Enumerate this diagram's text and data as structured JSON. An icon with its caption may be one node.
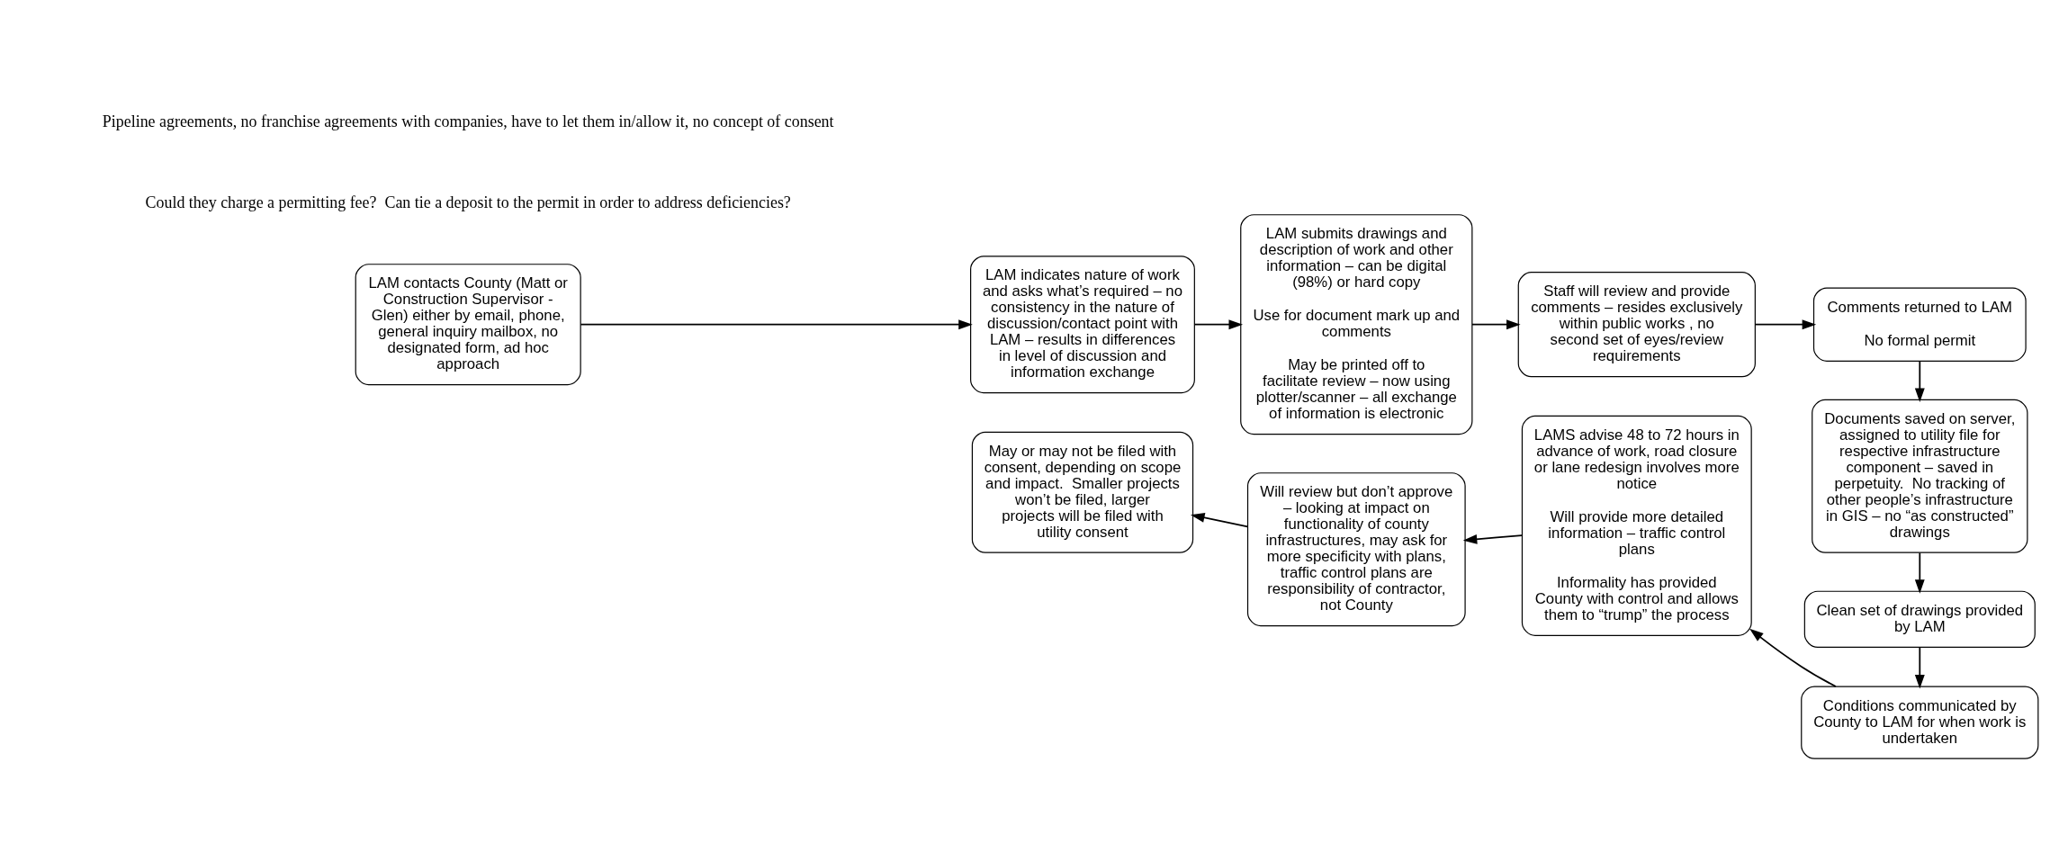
{
  "diagram": {
    "nodes": [
      {
        "text": [
          "LAM contacts County (Matt or Construction Supervisor - Glen) either by email, phone, general inquiry mailbox, no designated form, ad hoc approach"
        ]
      },
      {
        "text": [
          "LAM indicates nature of work and asks what’s required – no consistency in the nature of discussion/contact point with LAM – results in differences in level of discussion and information exchange"
        ]
      },
      {
        "text": [
          "LAM submits drawings and description of work and other information – can be digital (98%) or hard copy",
          "Use for document mark up and comments",
          "May be printed off to facilitate review – now using plotter/scanner – all exchange of information is electronic"
        ]
      },
      {
        "text": [
          "Staff will review and provide comments – resides exclusively within public works , no second set of eyes/review requirements"
        ]
      },
      {
        "text": [
          "Comments returned to LAM",
          "No formal permit"
        ]
      },
      {
        "text": [
          "Documents saved on server, assigned to utility file for respective infrastructure component – saved in perpetuity.  No tracking of other people’s infrastructure in GIS – no “as constructed” drawings"
        ]
      },
      {
        "text": [
          "Clean set of drawings provided by LAM"
        ]
      },
      {
        "text": [
          "Conditions communicated by County to LAM for when work is undertaken"
        ]
      },
      {
        "text": [
          "LAMS advise 48 to 72 hours in advance of work, road closure or lane redesign involves more notice",
          "Will provide more detailed information – traffic control plans",
          "Informality has provided County with control and allows them to “trump” the process"
        ]
      },
      {
        "text": [
          "Will review but don’t approve – looking at impact on functionality of county infrastructures, may ask for more specificity with plans, traffic control plans are responsibility of contractor, not County"
        ]
      },
      {
        "text": [
          "May or may not be filed with consent, depending on scope and impact.  Smaller projects won’t be filed, larger projects will be filed with utility consent"
        ]
      }
    ],
    "edges": [
      {
        "from": 0,
        "to": 1,
        "arrow": "to"
      },
      {
        "from": 1,
        "to": 2,
        "arrow": "to"
      },
      {
        "from": 2,
        "to": 3,
        "arrow": "to"
      },
      {
        "from": 3,
        "to": 4,
        "arrow": "to"
      },
      {
        "from": 4,
        "to": 5,
        "arrow": "to"
      },
      {
        "from": 5,
        "to": 6,
        "arrow": "to"
      },
      {
        "from": 6,
        "to": 7,
        "arrow": "to"
      },
      {
        "from": 7,
        "to": 8,
        "arrow": "to"
      },
      {
        "from": 8,
        "to": 9,
        "arrow": "to"
      },
      {
        "from": 9,
        "to": 10,
        "arrow": "to"
      }
    ],
    "labels": [
      "Pipeline agreements, no franchise agreements with companies, have to let them in/allow it, no concept of consent",
      "Could they charge a permitting fee?  Can tie a deposit to the permit in order to address deficiencies?"
    ]
  }
}
